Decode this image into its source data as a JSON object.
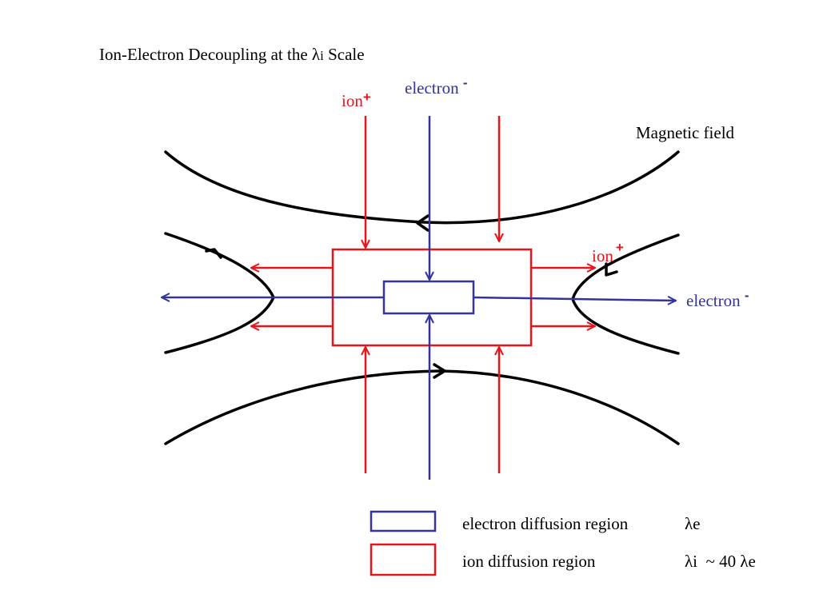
{
  "title": {
    "prefix": "Ion-Electron Decoupling at the ",
    "lambda": "λ",
    "sub": "i",
    "suffix": " Scale"
  },
  "labels": {
    "ion_top": {
      "text": "ion",
      "sign": "+"
    },
    "electron_top": {
      "text": "electron",
      "sign": "-"
    },
    "magnetic_field": "Magnetic field",
    "ion_right": {
      "text": "ion",
      "sign": "+"
    },
    "electron_right": {
      "text": "electron",
      "sign": "-"
    }
  },
  "legend": [
    {
      "region": "electron diffusion region",
      "scale": "λe",
      "color": "#33339a"
    },
    {
      "region": "ion diffusion region",
      "scale": "λi  ~ 40 λe",
      "color": "#e8141b"
    }
  ],
  "colors": {
    "ion": "#e8141b",
    "electron": "#33339a",
    "field": "#000000"
  }
}
